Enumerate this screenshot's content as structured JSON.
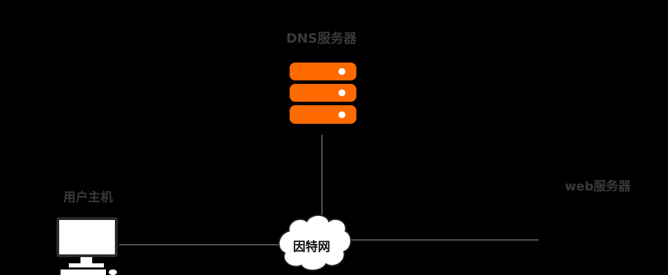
{
  "nodes": {
    "dns_server": {
      "label": "DNS服务器",
      "icon": "server-stack-icon",
      "color": "#ff6a00"
    },
    "user_host": {
      "label": "用户主机",
      "icon": "desktop-computer-icon"
    },
    "internet": {
      "label": "因特网",
      "icon": "cloud-icon"
    },
    "web_server": {
      "label": "web服务器"
    }
  },
  "colors": {
    "background": "#000000",
    "label_text": "#3a3a3a",
    "line": "#555555",
    "server": "#ff6a00",
    "cloud": "#ffffff"
  }
}
